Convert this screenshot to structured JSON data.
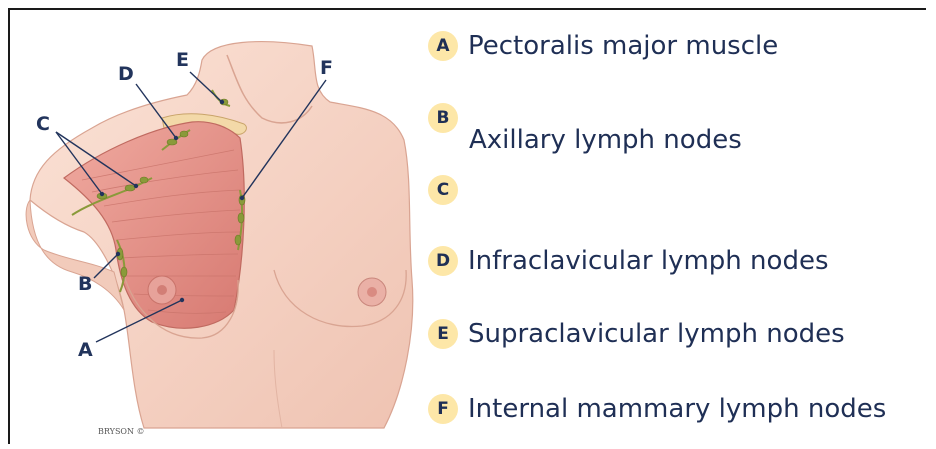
{
  "colors": {
    "badge_bg": "#fde7a8",
    "text": "#1f2f55",
    "skin": "#f7d6c8",
    "muscle": "#e58f86",
    "node": "#8a9a3a"
  },
  "illustration": {
    "labels": [
      "A",
      "B",
      "C",
      "D",
      "E",
      "F"
    ],
    "credit": "BRYSON ©"
  },
  "legend": [
    {
      "letter": "A",
      "text": "Pectoralis major muscle"
    },
    {
      "letter": "B",
      "text": "Axillary lymph nodes"
    },
    {
      "letter": "C",
      "text": ""
    },
    {
      "letter": "D",
      "text": "Infraclavicular lymph nodes"
    },
    {
      "letter": "E",
      "text": "Supraclavicular lymph nodes"
    },
    {
      "letter": "F",
      "text": "Internal mammary lymph nodes"
    }
  ]
}
